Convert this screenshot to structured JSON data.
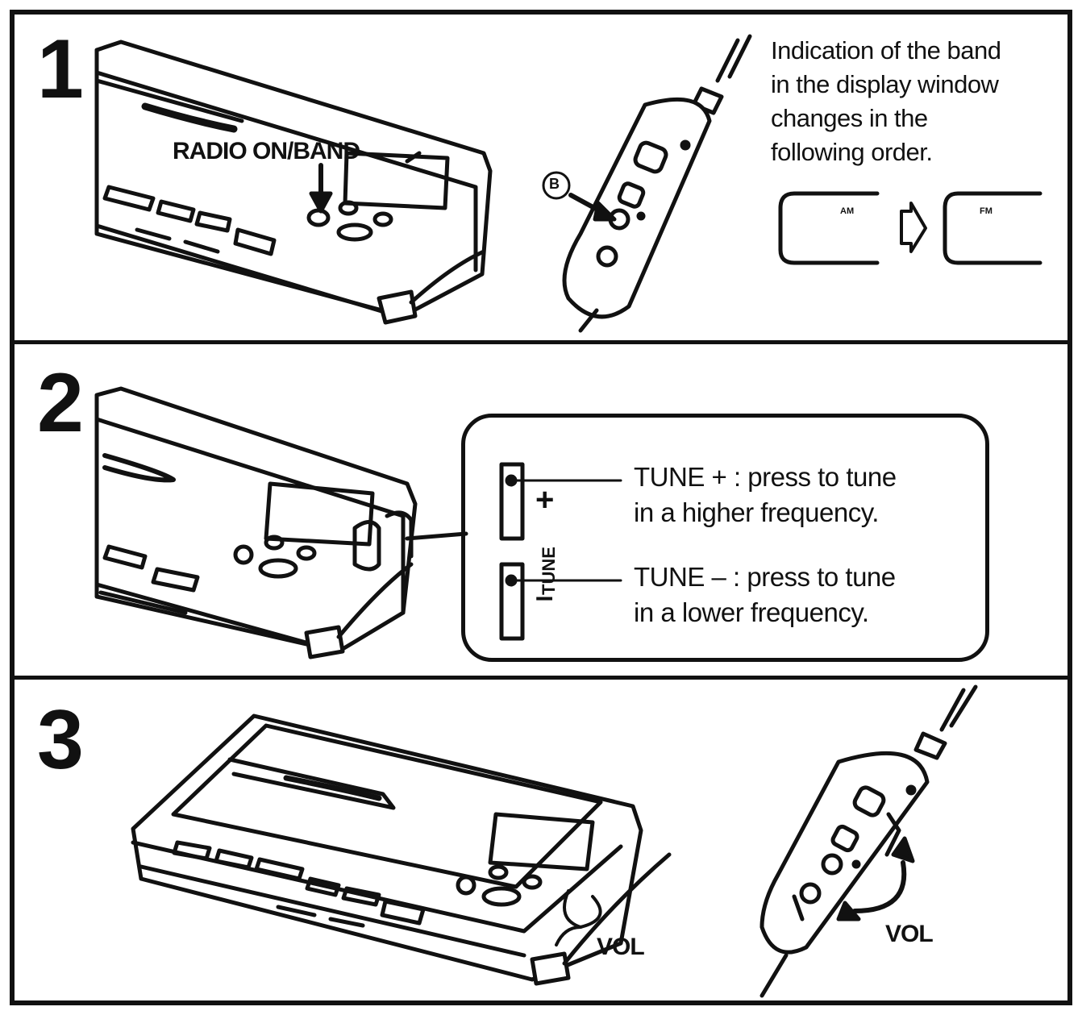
{
  "steps": [
    {
      "number": "1",
      "button_label": "RADIO ON/BAND",
      "remote_marker": "B",
      "note": [
        "Indication of the band",
        "in the display window",
        "changes in the",
        "following order."
      ],
      "band_from": "AM",
      "band_to": "FM"
    },
    {
      "number": "2",
      "tune_label": "TUNE",
      "plus_sign": "+",
      "minus_sign": "–",
      "tune_plus": [
        "TUNE + : press to tune",
        "in a higher frequency."
      ],
      "tune_minus": [
        "TUNE – : press to tune",
        "in a lower frequency."
      ]
    },
    {
      "number": "3",
      "vol_label_player": "VOL",
      "vol_label_remote": "VOL"
    }
  ],
  "colors": {
    "ink": "#111111",
    "paper": "#ffffff"
  }
}
